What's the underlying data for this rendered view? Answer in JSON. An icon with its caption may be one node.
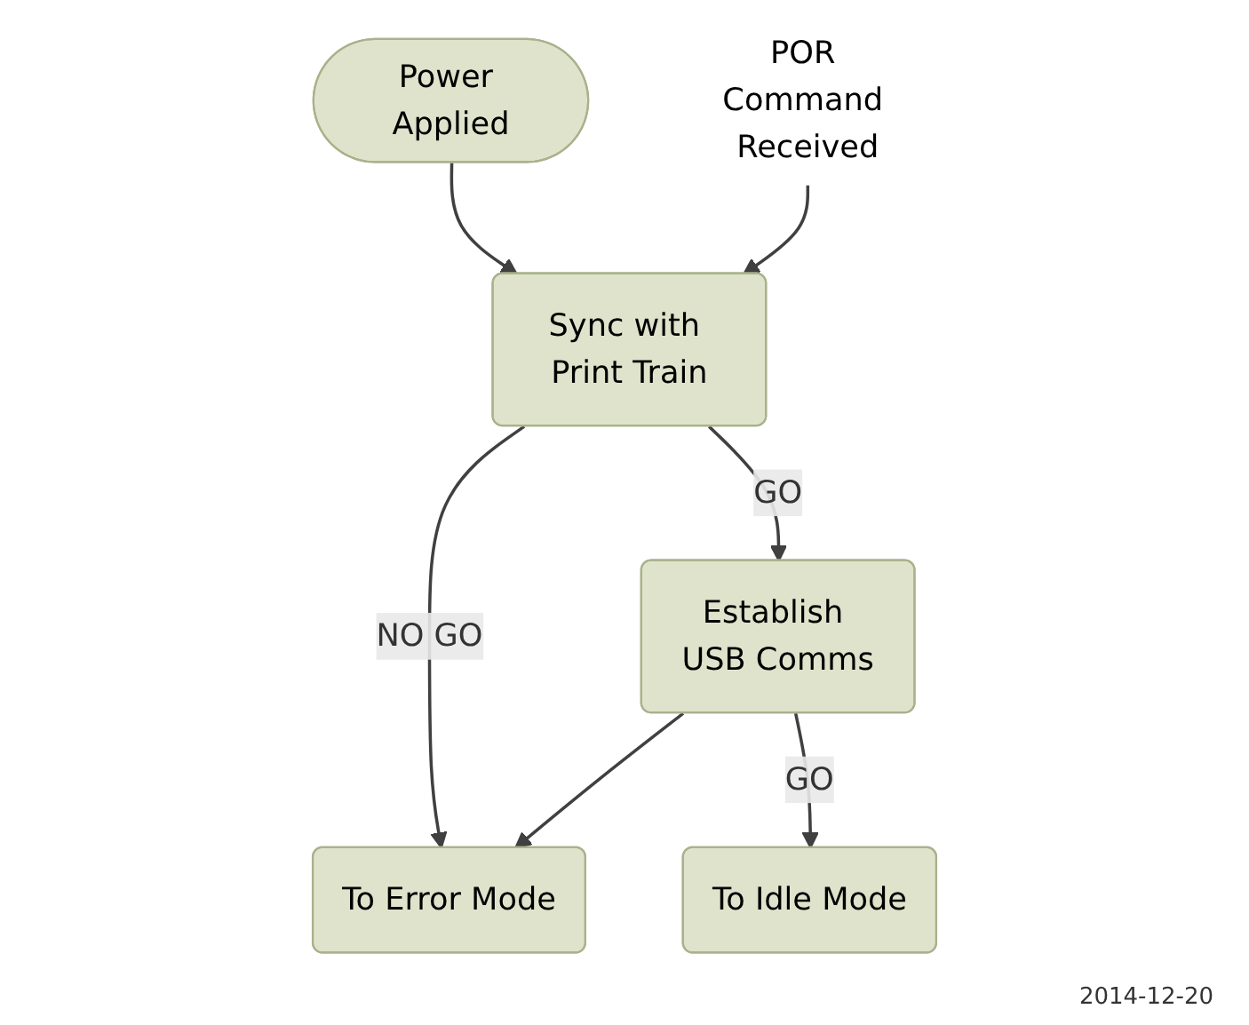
{
  "diagram": {
    "nodes": [
      {
        "text": [
          "Power Applied"
        ]
      },
      {
        "text": [
          "POR Command Received"
        ]
      },
      {
        "text": [
          "Sync with Print Train"
        ]
      },
      {
        "text": [
          "Establish USB Comms"
        ]
      },
      {
        "text": [
          "To Idle Mode"
        ]
      },
      {
        "text": [
          "To Error Mode"
        ]
      }
    ],
    "edges": [
      {
        "from": 0,
        "to": 2,
        "arrow": "to"
      },
      {
        "from": 1,
        "to": 2,
        "arrow": "to"
      },
      {
        "from": 2,
        "to": 3,
        "label": "GO",
        "arrow": "to"
      },
      {
        "from": 2,
        "to": 5,
        "label": "NO GO",
        "arrow": "to"
      },
      {
        "from": 3,
        "to": 5,
        "arrow": "to"
      },
      {
        "from": 3,
        "to": 4,
        "label": "GO",
        "arrow": "to"
      }
    ],
    "labels": [
      "2014-12-20"
    ]
  }
}
